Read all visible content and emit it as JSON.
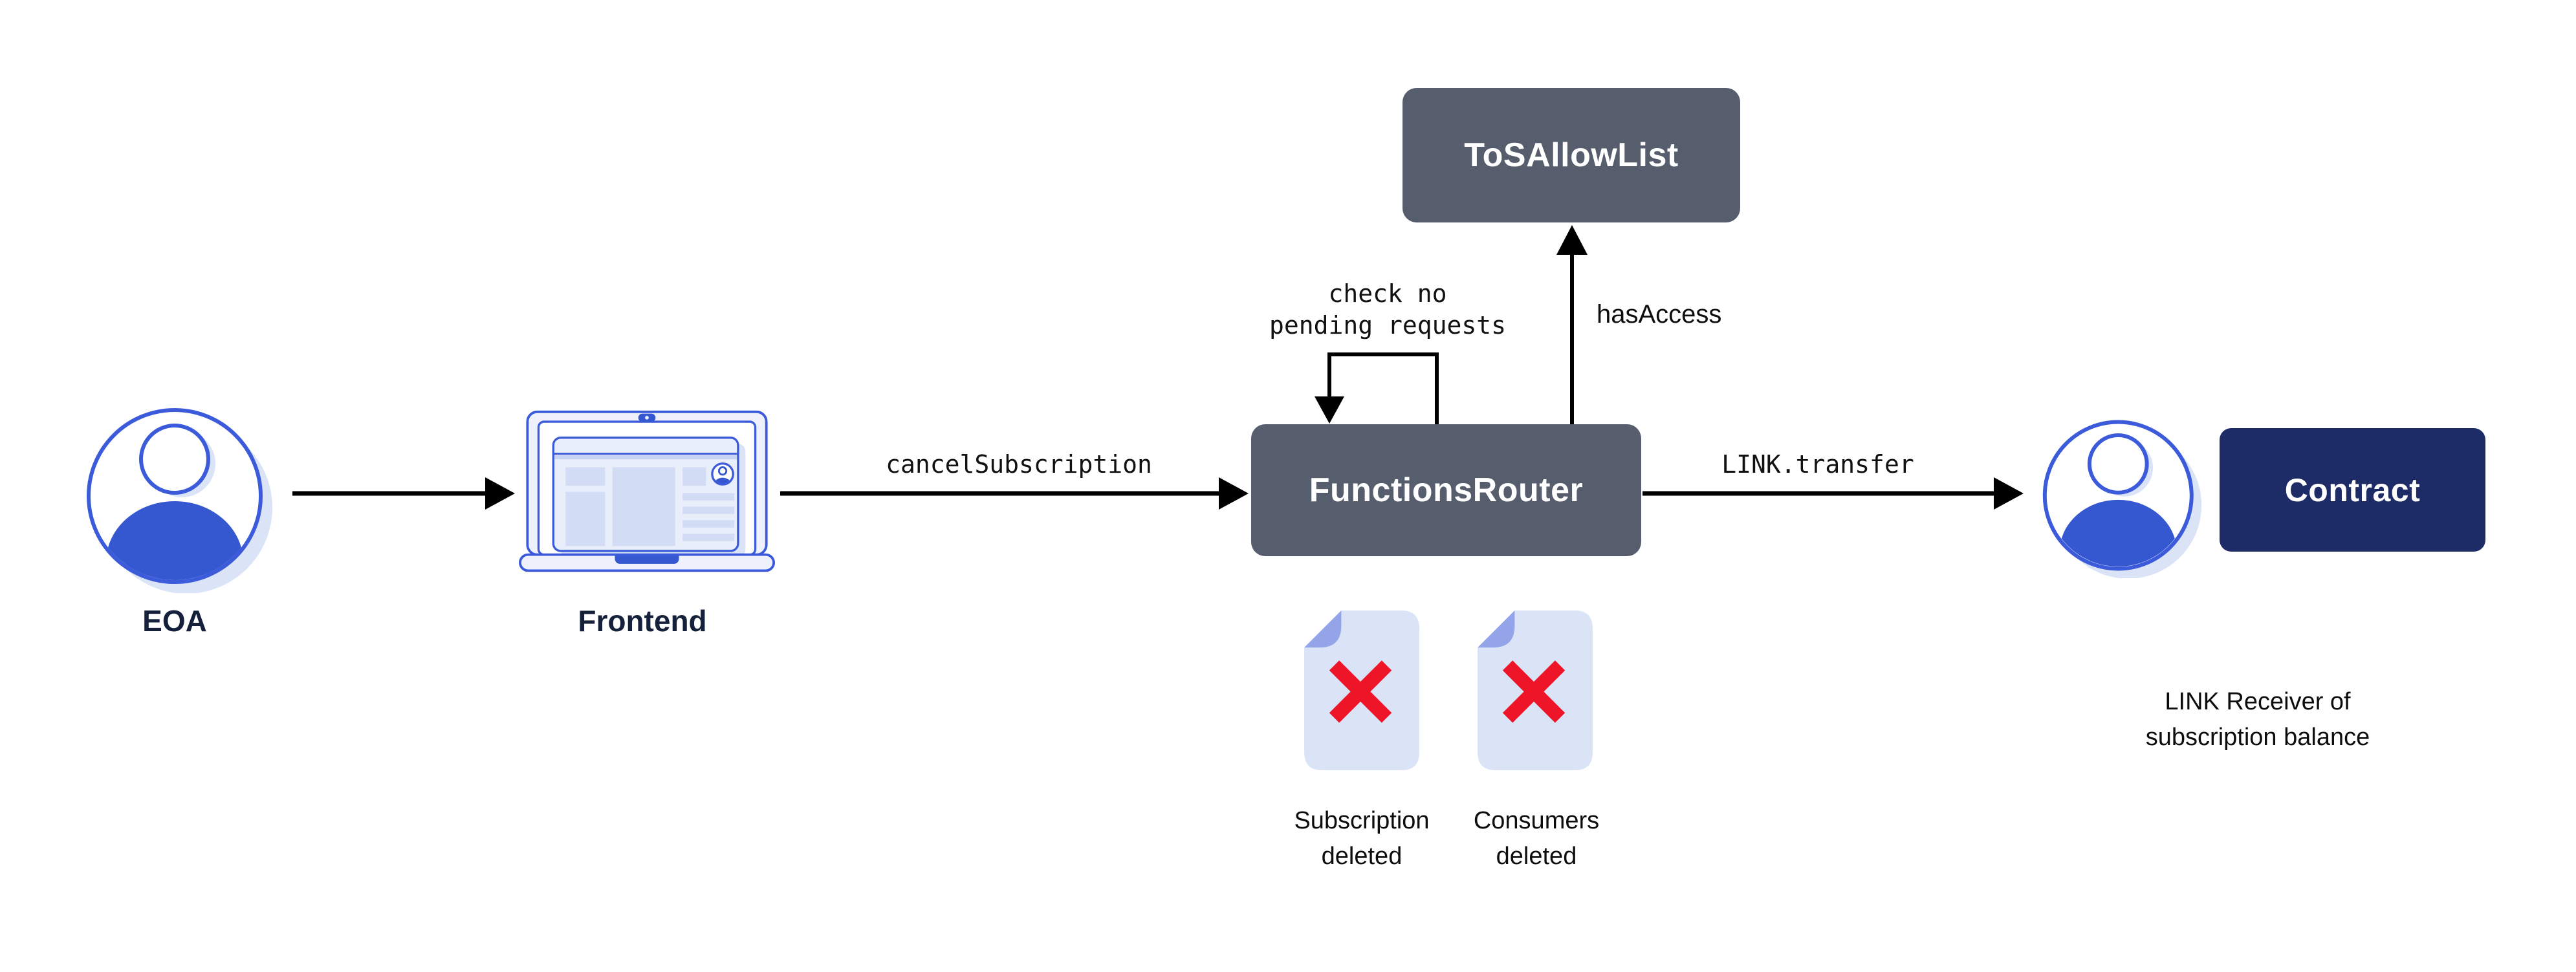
{
  "theme": {
    "bg": "#ffffff",
    "slate": "#565d6c",
    "navy": "#1d2b67",
    "blue": "#3558d1",
    "blue_stroke": "#3b5bdb",
    "lavender": "#dbe3f7",
    "lavender_soft": "#eef1fc",
    "card": "#e9eefb",
    "card_block": "#d2dcf5",
    "toolbar_strip": "#c7d3f2",
    "fold": "#93a4e8",
    "red": "#ee1528",
    "ink": "#15203b",
    "code": "#111111",
    "arrow": "#000000"
  },
  "nodes": {
    "eoa": {
      "label": "EOA",
      "icon": "person-avatar-icon"
    },
    "frontend": {
      "label": "Frontend",
      "icon": "laptop-icon"
    },
    "functions_router": {
      "label": "FunctionsRouter"
    },
    "tos_allow_list": {
      "label": "ToSAllowList"
    },
    "contract": {
      "label": "Contract"
    },
    "link_receiver": {
      "caption": "LINK Receiver of\nsubscription balance",
      "icon": "person-avatar-icon"
    }
  },
  "edges": {
    "cancel_subscription": {
      "label": "cancelSubscription"
    },
    "link_transfer": {
      "label": "LINK.transfer"
    },
    "has_access": {
      "label": "hasAccess"
    },
    "check_pending": {
      "label": "check no\npending requests"
    }
  },
  "documents": [
    {
      "caption": "Subscription\ndeleted",
      "icon": "document-deleted-icon"
    },
    {
      "caption": "Consumers\ndeleted",
      "icon": "document-deleted-icon"
    }
  ]
}
